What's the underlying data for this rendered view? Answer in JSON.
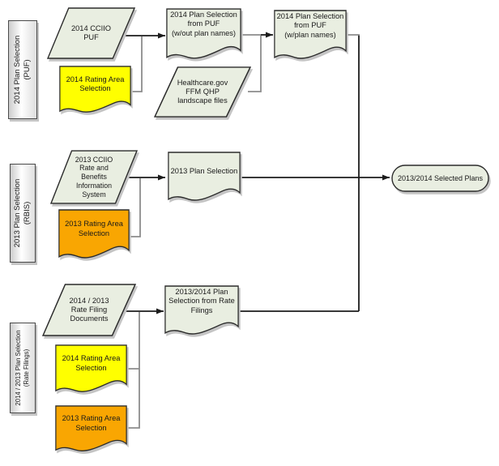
{
  "colors": {
    "node_fill": "#E9EEE1",
    "yellow_fill": "#FFFF00",
    "orange_fill": "#F9A602",
    "outline": "#2B2B2B",
    "connector_gray": "#8C8C8C",
    "connector_black": "#1C1C1C",
    "lane_border": "#4A4A4A"
  },
  "lanes": [
    {
      "label": "2014 Plan Selection\n(PUF)"
    },
    {
      "label": "2013 Plan Selection\n(RBIS)"
    },
    {
      "label": "2014 / 2013 Plan Selection\n(Rate Filings)"
    }
  ],
  "nodes": {
    "cciio_puf": {
      "type": "data",
      "text": "2014 CCIIO\nPUF"
    },
    "rating_2014_puf": {
      "type": "document",
      "text": "2014 Rating Area\nSelection"
    },
    "plan_sel_wout": {
      "type": "document",
      "text": "2014 Plan Selection\nfrom PUF\n(w/out plan names)"
    },
    "healthcare_gov": {
      "type": "data",
      "text": "Healthcare.gov\nFFM QHP\nlandscape files"
    },
    "plan_sel_w": {
      "type": "document",
      "text": "2014 Plan Selection\nfrom PUF\n(w/plan names)"
    },
    "cciio_rbis": {
      "type": "data",
      "text": "2013 CCIIO\nRate and\nBenefits\nInformation\nSystem"
    },
    "rating_2013_rbis": {
      "type": "document",
      "text": "2013 Rating Area\nSelection"
    },
    "plan_sel_2013": {
      "type": "document",
      "text": "2013 Plan Selection"
    },
    "rate_filing_docs": {
      "type": "data",
      "text": "2014 / 2013\nRate Filing\nDocuments"
    },
    "rating_2014_rate": {
      "type": "document",
      "text": "2014 Rating Area\nSelection"
    },
    "rating_2013_rate": {
      "type": "document",
      "text": "2013 Rating Area\nSelection"
    },
    "plan_sel_rate": {
      "type": "document",
      "text": "2013/2014 Plan\nSelection from Rate\nFilings"
    },
    "selected_plans": {
      "type": "terminator",
      "text": "2013/2014 Selected Plans"
    }
  }
}
